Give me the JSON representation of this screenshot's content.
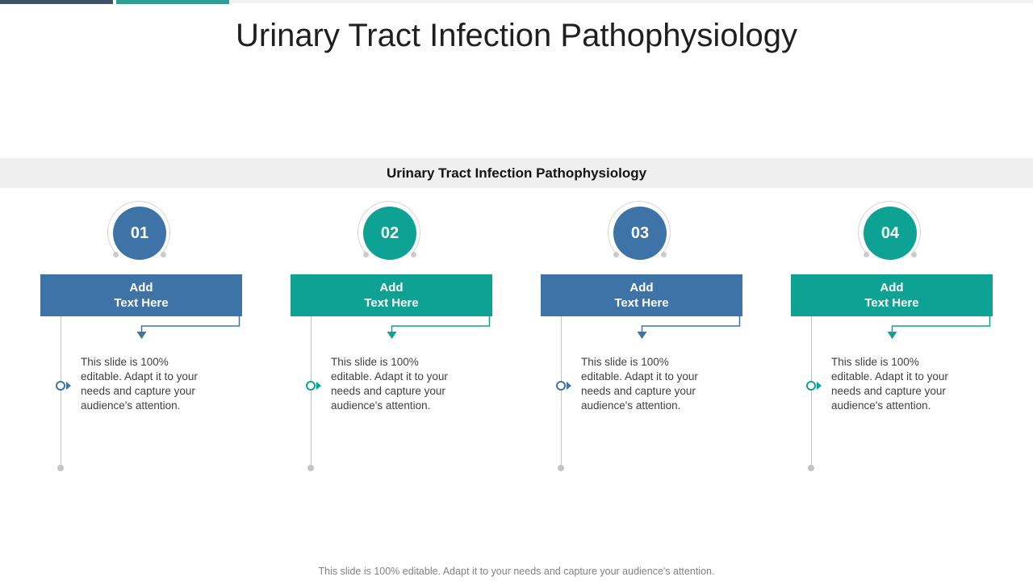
{
  "slide": {
    "title": "Urinary Tract Infection Pathophysiology",
    "banner_title": "Urinary Tract Infection Pathophysiology",
    "footer": "This slide is 100% editable. Adapt it to your needs and capture your audience's attention."
  },
  "colors": {
    "blue": "#3e73a8",
    "teal": "#0da294",
    "topbar_dark": "#3d5266",
    "topbar_teal": "#2e9e93",
    "topbar_light": "#f1f1f1",
    "banner_bg": "#efefef"
  },
  "columns": [
    {
      "number": "01",
      "accent": "blue",
      "box_label": "Add\nText Here",
      "body": "This slide is 100% editable. Adapt it to your needs and capture your audience's attention."
    },
    {
      "number": "02",
      "accent": "teal",
      "box_label": "Add\nText Here",
      "body": "This slide is 100% editable. Adapt it to your needs and capture your audience's attention."
    },
    {
      "number": "03",
      "accent": "blue",
      "box_label": "Add\nText Here",
      "body": "This slide is 100% editable. Adapt it to your needs and capture your audience's attention."
    },
    {
      "number": "04",
      "accent": "teal",
      "box_label": "Add\nText Here",
      "body": "This slide is 100% editable. Adapt it to your needs and capture your audience's attention."
    }
  ]
}
